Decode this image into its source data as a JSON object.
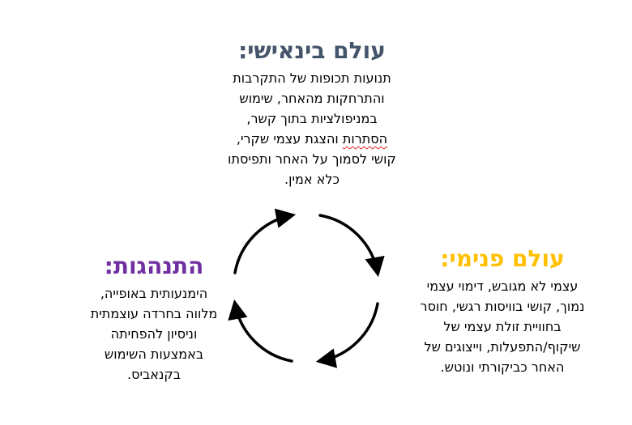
{
  "top": {
    "title": "עולם בינאישי:",
    "title_color": "#44546a",
    "lines": [
      "תנועות תכופות של התקרבות",
      "והתרחקות מהאחר, שימוש",
      "במניפולציות בתוך קשר,",
      "הסתרות והצגת עצמי שקרי,",
      "קושי לסמוך על האחר ותפיסתו",
      "כלא אמין."
    ]
  },
  "right": {
    "title": "עולם פנימי:",
    "title_color": "#ffc000",
    "lines": [
      "עצמי לא מגובש, דימוי עצמי",
      "נמוך, קושי בוויסות רגשי, חוסר",
      "בחוויית זולת עצמי של",
      "שיקוף/התפעלות, וייצוגים של",
      "האחר כביקורתי ונוטש."
    ]
  },
  "left": {
    "title": "התנהגות:",
    "title_color": "#7030a0",
    "lines": [
      "הימנעותית באופייה,",
      "מלווה בחרדה עוצמתית",
      "וניסיון להפחיתה",
      "באמצעות השימוש",
      "בקנאביס."
    ]
  },
  "cycle": {
    "icon": "circular-arrows-icon",
    "arrow_color": "#000000"
  }
}
